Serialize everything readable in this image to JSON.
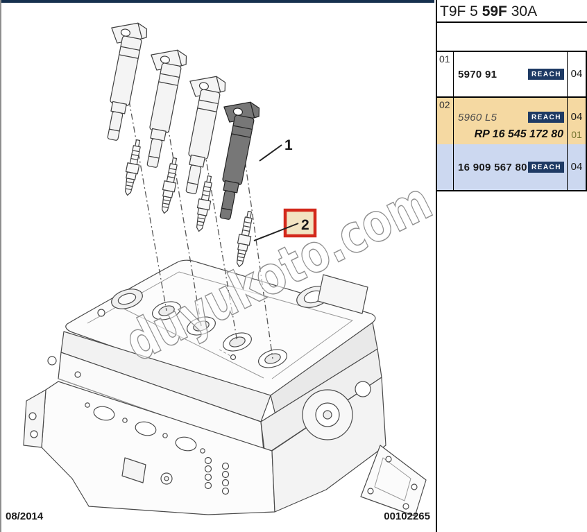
{
  "header": {
    "code_prefix": "T9F 5 ",
    "code_bold": "59F",
    "code_suffix": " 30A"
  },
  "parts_table": {
    "rows": [
      {
        "ref": "01",
        "part": "5970 91",
        "reach": "REACH",
        "qty": "04"
      },
      {
        "ref": "02",
        "part": "5960 L5",
        "reach": "REACH",
        "qty": "04",
        "rp_part": "RP 16 545 172 80",
        "rp_qty": "01"
      },
      {
        "ref": "",
        "part": "16 909 567 80",
        "reach": "REACH",
        "qty": "04"
      }
    ]
  },
  "diagram": {
    "callout_1": "1",
    "callout_2": "2",
    "watermark": "duyukoto.com"
  },
  "footer": {
    "date": "08/2014",
    "doc_number": "00102265"
  },
  "colors": {
    "navy": "#1e3a64",
    "top-bar": "#16304e",
    "row-orange": "#f5d9a2",
    "row-blue": "#ccd8f0",
    "callout-red": "#d3291c",
    "callout-fill": "#f2e4c2",
    "qty-olive": "#72722c"
  }
}
